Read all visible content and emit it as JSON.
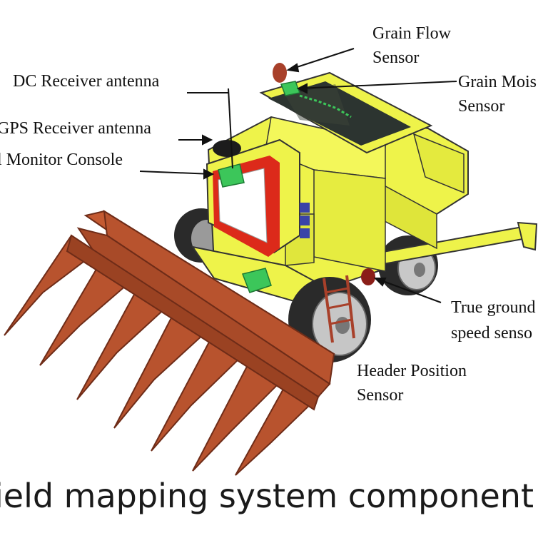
{
  "labels": {
    "grain_flow_line1": "Grain Flow",
    "grain_flow_line2": "Sensor",
    "grain_moisture_line1": "Grain Mois",
    "grain_moisture_line2": "Sensor",
    "dc_receiver": "DC Receiver antenna",
    "gps_receiver": "GPS Receiver antenna",
    "monitor_console": "l Monitor Console",
    "ground_speed_line1": "True ground",
    "ground_speed_line2": "speed senso",
    "header_position_line1": "Header Position",
    "header_position_line2": "Sensor"
  },
  "caption": "ield mapping system component",
  "colors": {
    "body": "#eef34a",
    "header": "#b8532e",
    "screen": "#dc2a1a",
    "sensor": "#3cc65a",
    "tire": "#2a2a2a"
  }
}
